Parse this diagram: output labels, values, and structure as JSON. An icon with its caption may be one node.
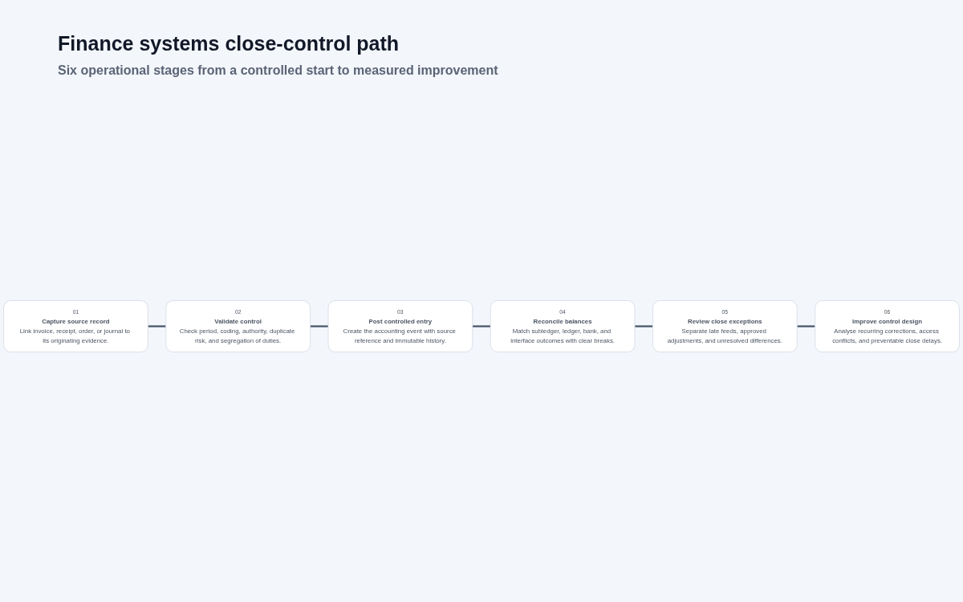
{
  "diagram": {
    "title": "Finance systems close-control path",
    "caption": "Six operational stages from a controlled start to measured improvement",
    "nodes": [
      {
        "text": [
          "01",
          "Capture source record",
          "Link invoice, receipt, order, or journal to its originating evidence."
        ]
      },
      {
        "text": [
          "02",
          "Validate control",
          "Check period, coding, authority, duplicate risk, and segregation of duties."
        ]
      },
      {
        "text": [
          "03",
          "Post controlled entry",
          "Create the accounting event with source reference and immutable history."
        ]
      },
      {
        "text": [
          "04",
          "Reconcile balances",
          "Match subledger, ledger, bank, and interface outcomes with clear breaks."
        ]
      },
      {
        "text": [
          "05",
          "Review close exceptions",
          "Separate late feeds, approved adjustments, and unresolved differences."
        ]
      },
      {
        "text": [
          "06",
          "Improve control design",
          "Analyse recurring corrections, access conflicts, and preventable close delays."
        ]
      }
    ],
    "edges": [
      {
        "from": 0,
        "to": 1,
        "arrow": "none"
      },
      {
        "from": 1,
        "to": 2,
        "arrow": "none"
      },
      {
        "from": 2,
        "to": 3,
        "arrow": "none"
      },
      {
        "from": 3,
        "to": 4,
        "arrow": "none"
      },
      {
        "from": 4,
        "to": 5,
        "arrow": "none"
      }
    ]
  }
}
